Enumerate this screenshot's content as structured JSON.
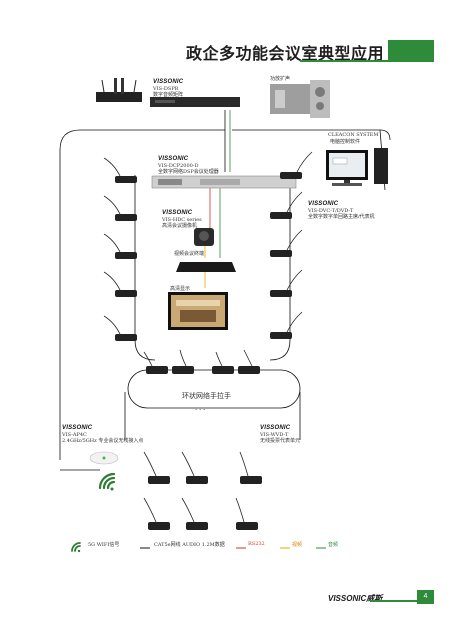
{
  "title": "政企多功能会议室典型应用",
  "devices": {
    "wireless_mic": {
      "brand": "VISSONIC",
      "model": "VIS-DSPR",
      "desc": "数字音频矩阵"
    },
    "amplifier": {
      "desc": "功放扩声"
    },
    "processor": {
      "brand": "VISSONIC",
      "model": "VIS-DCP2000-D",
      "desc": "全数字网络DSP会议处理器"
    },
    "control_software": {
      "name": "CLEACON SYSTEM",
      "desc": "电脑控制软件"
    },
    "camera": {
      "brand": "VISSONIC",
      "model": "VIS-HDC series",
      "desc": "高清会议摄像机"
    },
    "video_processor": {
      "desc": "视频会议终端"
    },
    "display": {
      "desc": "高清显示"
    },
    "delegate_units": {
      "brand": "VISSONIC",
      "model": "VIS-DVC-T/DVD-T",
      "desc": "全数字数字单回路主席/代表机"
    },
    "access_point": {
      "brand": "VISSONIC",
      "model": "VIS-AP4C",
      "desc": "2.4GHz/5GHz 专业会议无线接入点"
    },
    "wireless_units": {
      "brand": "VISSONIC",
      "model": "VIS-WVD-T",
      "desc": "无线投票代表单元"
    }
  },
  "ring": {
    "label": "环状网络手拉手",
    "dash": "- - -"
  },
  "legend": [
    {
      "label": "5G WIFI信号",
      "color": "#2e7d32"
    },
    {
      "label": "CAT5e网线 AUDIO 1.2M数据",
      "color": "#111111"
    },
    {
      "label": "RS232",
      "color": "#d32f2f"
    },
    {
      "label": "视频",
      "color": "#f0a500"
    },
    {
      "label": "音频",
      "color": "#2e8b3a"
    }
  ],
  "footer": {
    "brand": "VISSONIC威斯",
    "page": "4"
  },
  "colors": {
    "accent": "#2e8b3a",
    "rs232": "#d32f2f",
    "video": "#f0a500"
  }
}
